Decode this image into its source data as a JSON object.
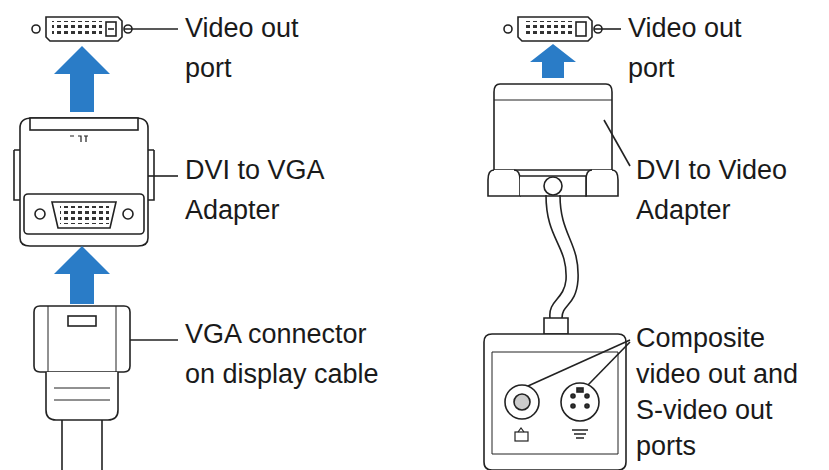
{
  "diagram": {
    "labels": [
      "Video out port",
      "DVI to VGA Adapter",
      "VGA connector on display cable",
      "Video out port",
      "DVI to Video Adapter",
      "Composite video out and S-video out ports"
    ]
  }
}
